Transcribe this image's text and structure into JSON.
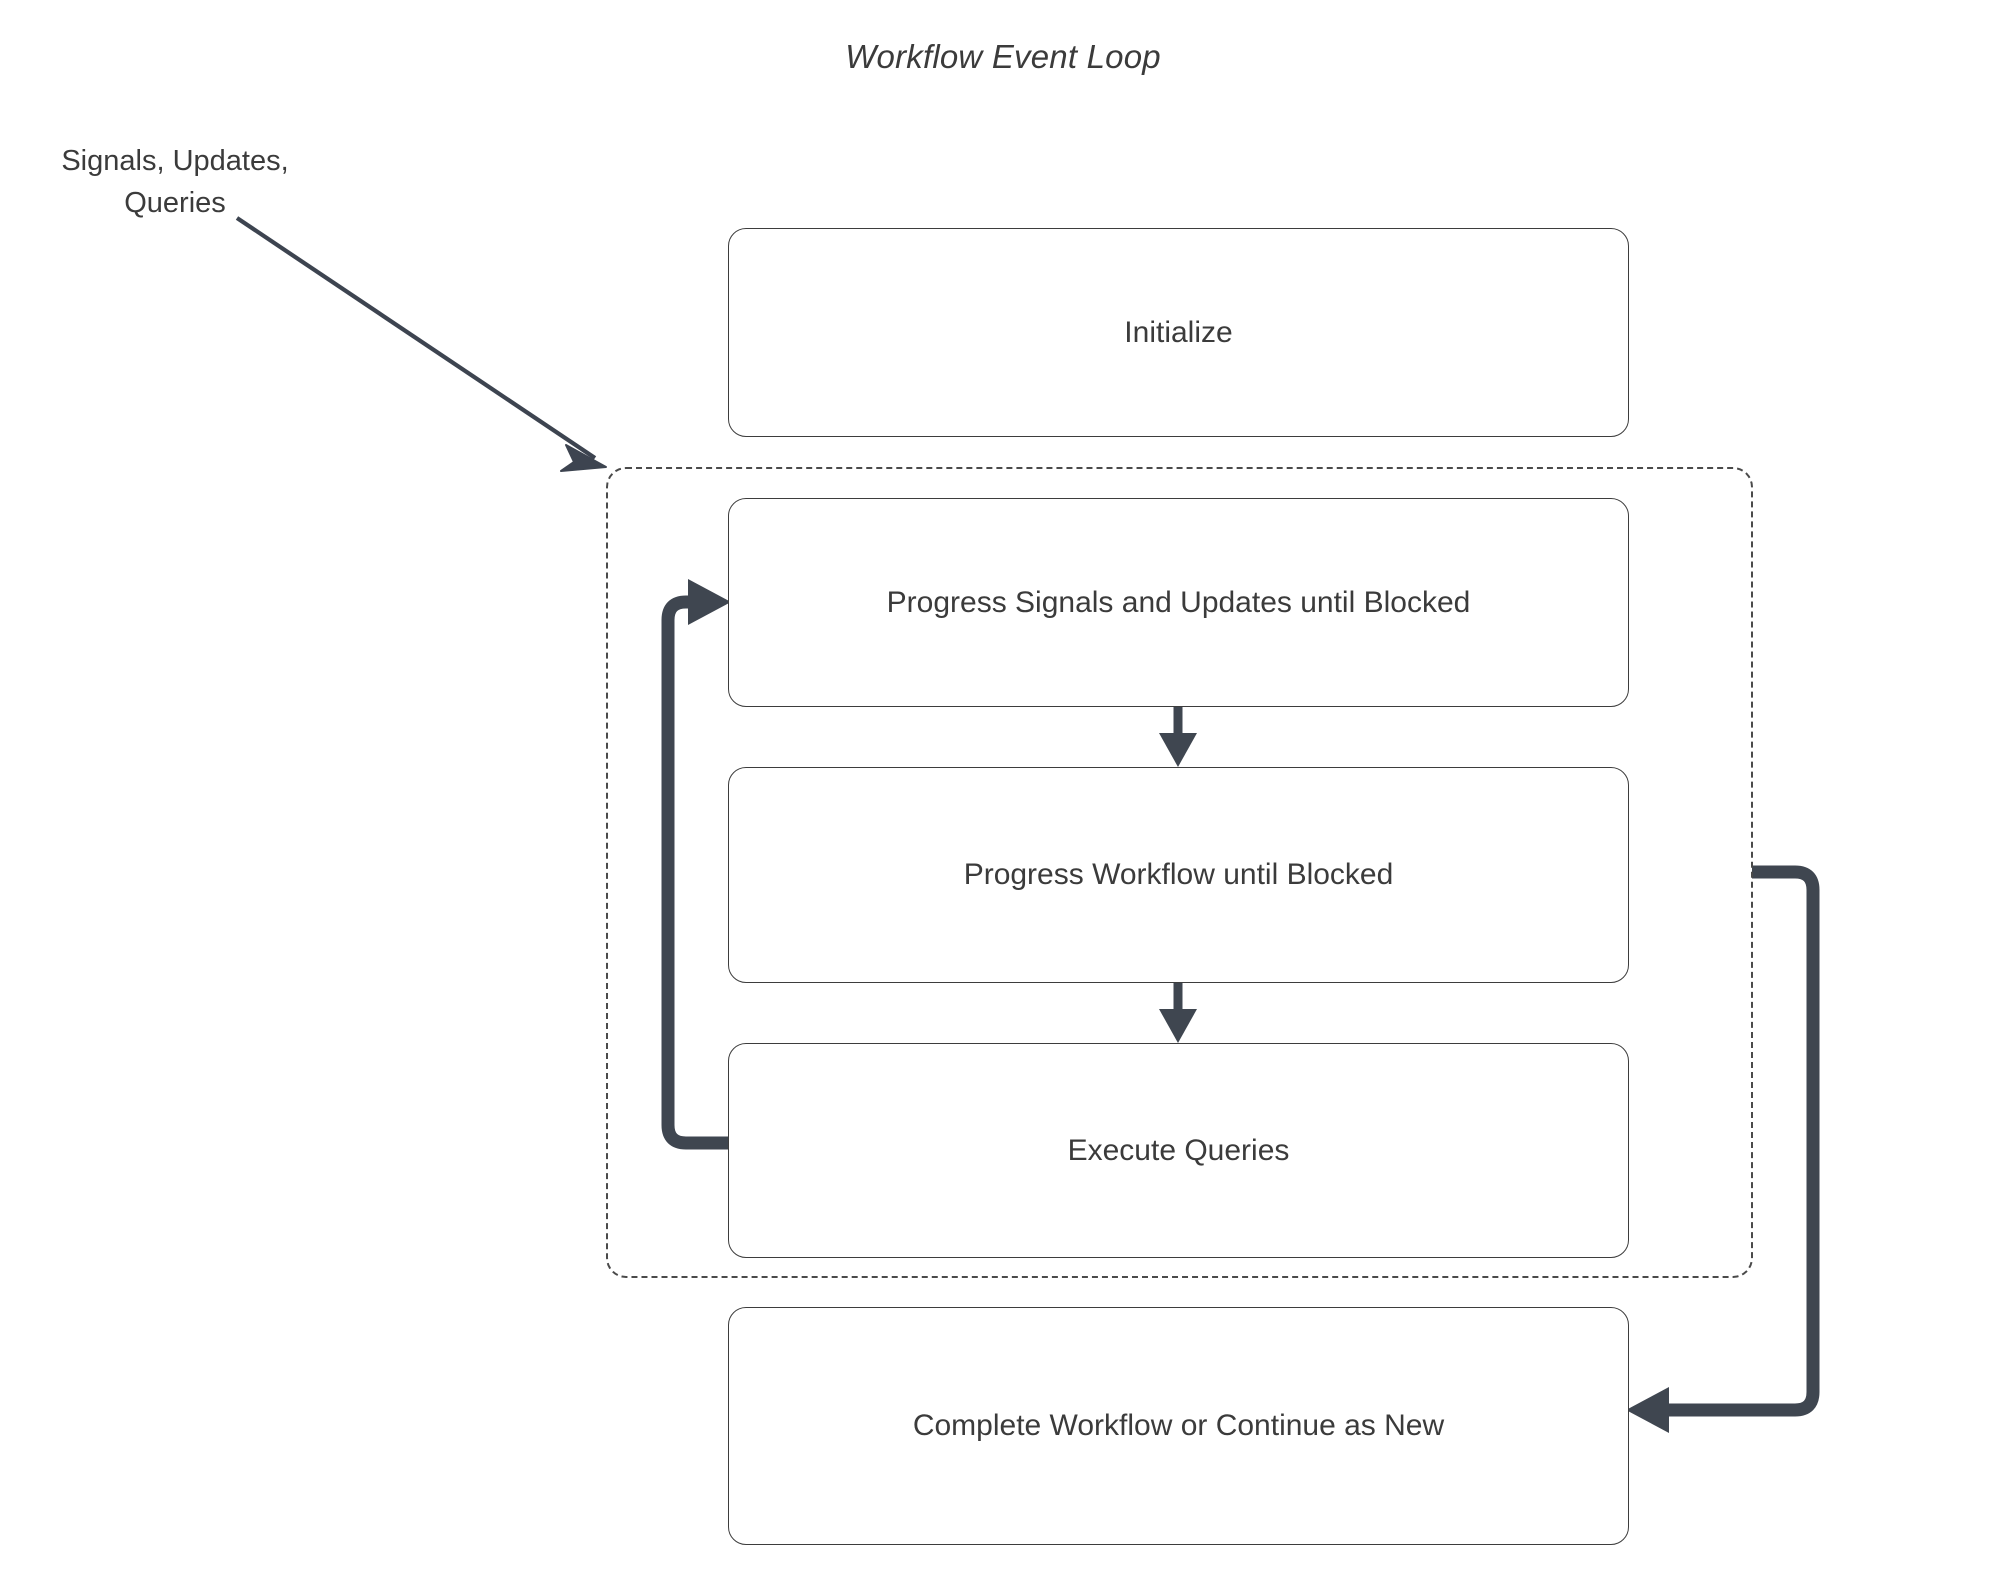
{
  "diagram": {
    "title": "Workflow Event Loop",
    "type": "flowchart",
    "colors": {
      "node_border": "#3d3d3d",
      "node_fill": "#ffffff",
      "text": "#3b3b3b",
      "thick_edge": "#3f4650",
      "thin_edge": "#3d4450",
      "dashed_border": "#4a4a4a",
      "background": "#ffffff"
    },
    "external_label": {
      "line1": "Signals, Updates,",
      "line2": "Queries"
    },
    "nodes": [
      {
        "id": "initialize",
        "label": "Initialize"
      },
      {
        "id": "progress-signals",
        "label": "Progress Signals and Updates until Blocked"
      },
      {
        "id": "progress-workflow",
        "label": "Progress Workflow until Blocked"
      },
      {
        "id": "execute-queries",
        "label": "Execute Queries"
      },
      {
        "id": "complete",
        "label": "Complete Workflow or Continue as New"
      }
    ],
    "group": {
      "id": "event-loop-group",
      "style": "dashed",
      "label": ""
    },
    "edges": [
      {
        "from": "external-input",
        "to": "event-loop-group",
        "style": "thin-arrow"
      },
      {
        "from": "progress-signals",
        "to": "progress-workflow",
        "style": "thin-arrow"
      },
      {
        "from": "progress-workflow",
        "to": "execute-queries",
        "style": "thin-arrow"
      },
      {
        "from": "execute-queries",
        "to": "progress-signals",
        "style": "thick-loop-back"
      },
      {
        "from": "event-loop-group",
        "to": "complete",
        "style": "thick-exit"
      }
    ]
  }
}
